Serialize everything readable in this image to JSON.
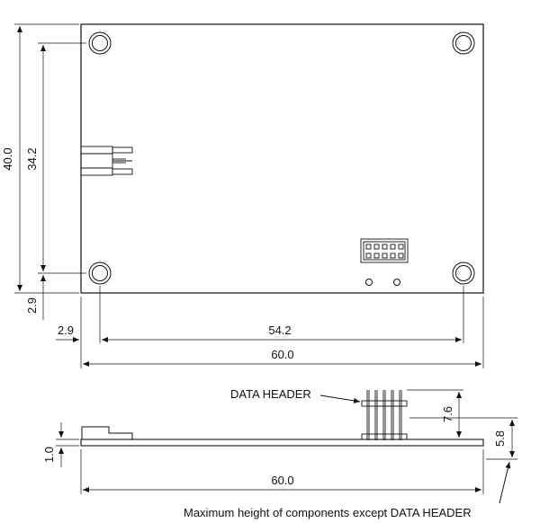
{
  "top_view": {
    "dims": {
      "board_height": "40.0",
      "hole_spacing_v": "34.2",
      "hole_offset_bottom": "2.9",
      "hole_offset_left": "2.9",
      "hole_spacing_h": "54.2",
      "board_width": "60.0"
    }
  },
  "side_view": {
    "labels": {
      "data_header": "DATA HEADER",
      "max_height_note": "Maximum height of components except DATA HEADER"
    },
    "dims": {
      "header_height": "7.6",
      "component_height": "5.8",
      "board_thickness": "1.0",
      "board_width": "60.0"
    }
  }
}
